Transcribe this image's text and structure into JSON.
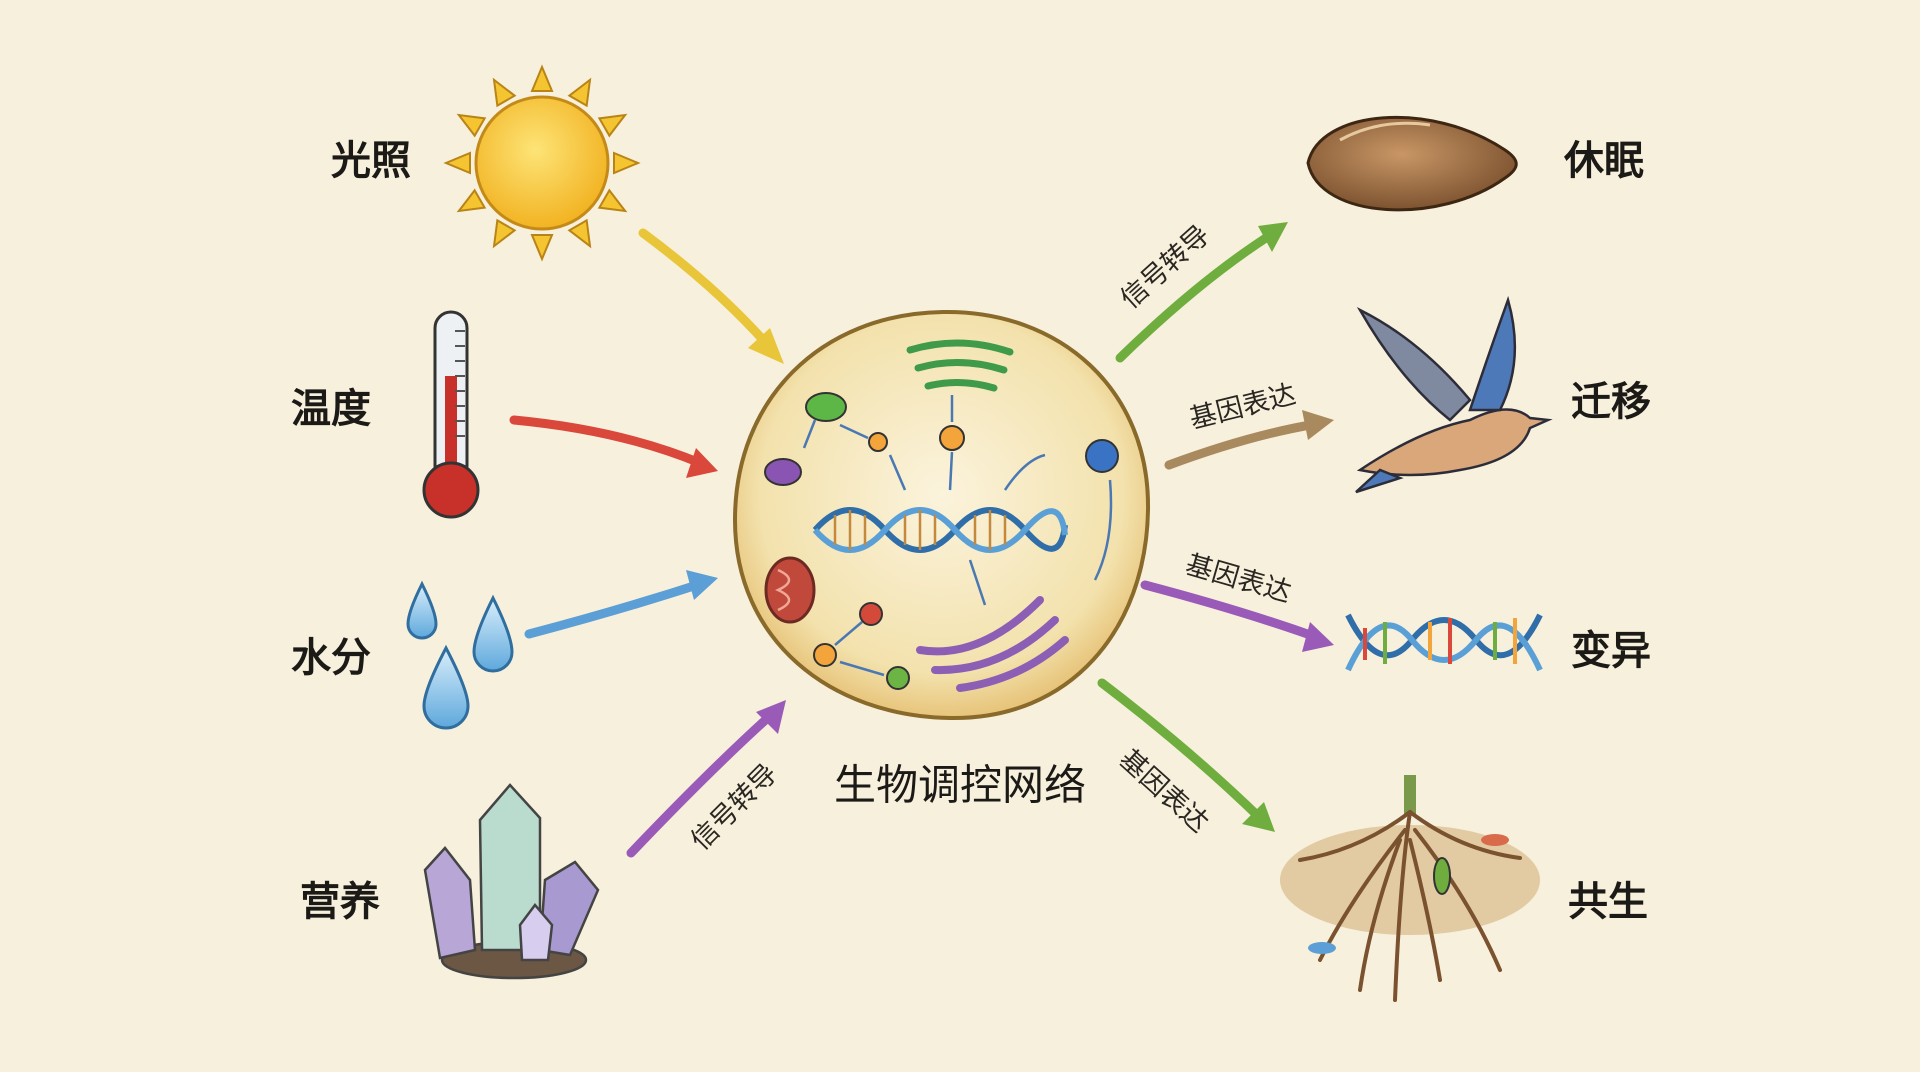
{
  "inputs": [
    {
      "label": "光照",
      "icon": "sun-icon"
    },
    {
      "label": "温度",
      "icon": "thermometer-icon"
    },
    {
      "label": "水分",
      "icon": "water-drops-icon"
    },
    {
      "label": "营养",
      "icon": "crystals-icon"
    }
  ],
  "outputs": [
    {
      "label": "休眠",
      "icon": "seed-icon"
    },
    {
      "label": "迁移",
      "icon": "bird-icon"
    },
    {
      "label": "变异",
      "icon": "dna-icon"
    },
    {
      "label": "共生",
      "icon": "roots-icon"
    }
  ],
  "center": {
    "title": "生物调控网络"
  },
  "arrow_labels": {
    "nutrient_in": "信号转导",
    "dormancy_out": "信号转导",
    "migration_out": "基因表达",
    "variation_out": "基因表达",
    "symbiosis_out": "基因表达"
  },
  "colors": {
    "background": "#f7f0dc",
    "sun": "#f5c531",
    "temperature": "#d9483b",
    "water": "#5b9fd6",
    "nutrient": "#9a5bb8",
    "green": "#6fae3e",
    "tan": "#a98a5e"
  }
}
